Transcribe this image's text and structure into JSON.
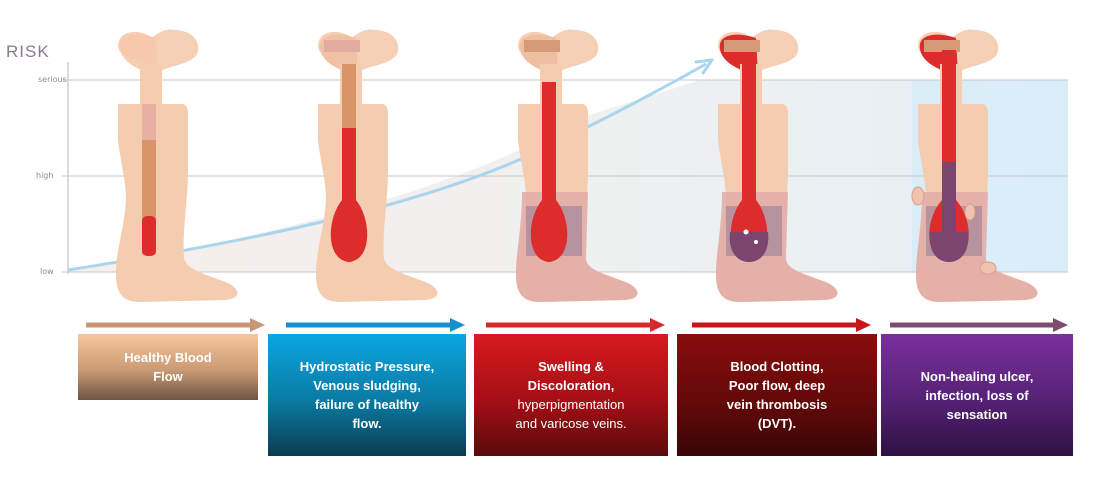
{
  "risk_label": "RISK",
  "y_levels": {
    "serious": "serious",
    "high": "high",
    "low": "low"
  },
  "colors": {
    "healthy": "#f5c396",
    "hydrostatic": "#0b9ed8",
    "swelling": "#c9151c",
    "clotting": "#7d0b0b",
    "ulcer": "#6a2a8c",
    "skin": "#f4cdb0",
    "vein_red": "#dd2c2c",
    "curve": "#a9d5ee"
  },
  "stages": [
    {
      "id": "healthy",
      "lines": [
        {
          "text": "Healthy Blood",
          "bold": true
        },
        {
          "text": "Flow",
          "bold": true
        }
      ]
    },
    {
      "id": "hydrostatic",
      "lines": [
        {
          "text": "Hydrostatic Pressure,",
          "bold": true
        },
        {
          "text": "Venous sludging,",
          "bold": true
        },
        {
          "text": "failure of healthy",
          "bold": true
        },
        {
          "text": "flow.",
          "bold": true
        }
      ]
    },
    {
      "id": "swelling",
      "lines": [
        {
          "text": "Swelling &",
          "bold": true
        },
        {
          "text": "Discoloration,",
          "bold": true
        },
        {
          "text": "hyperpigmentation",
          "bold": false
        },
        {
          "text": "and varicose veins.",
          "bold": false
        }
      ]
    },
    {
      "id": "clotting",
      "lines": [
        {
          "text": "Blood Clotting,",
          "bold": true
        },
        {
          "text": "Poor  flow,  deep",
          "bold": true
        },
        {
          "text": "vein thrombosis",
          "bold": true
        },
        {
          "text": "(DVT).",
          "bold": true
        }
      ]
    },
    {
      "id": "ulcer",
      "lines": [
        {
          "text": "Non-healing ulcer,",
          "bold": true
        },
        {
          "text": "infection, loss of",
          "bold": true
        },
        {
          "text": "sensation",
          "bold": true
        }
      ]
    }
  ]
}
